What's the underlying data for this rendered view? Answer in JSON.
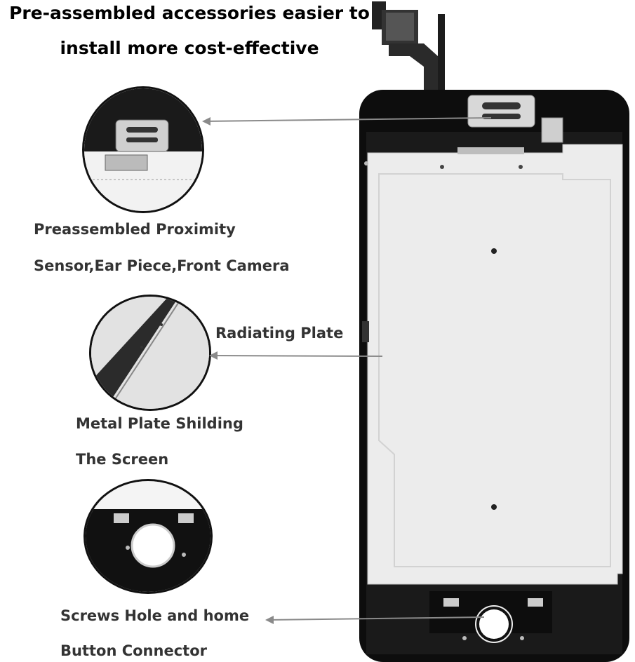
{
  "headline": {
    "line1": "Pre-assembled accessories easier to",
    "line2": "install more cost-effective"
  },
  "callouts": [
    {
      "line1": "Preassembled Proximity",
      "line2": "Sensor,Ear Piece,Front Camera"
    },
    {
      "line1": "Metal Plate Shilding",
      "line2": "The Screen"
    },
    {
      "line1": "Screws Hole and home",
      "line2": "Button Connector"
    }
  ],
  "radiating_label": "Radiating Plate",
  "colors": {
    "frame": "#111111",
    "plate": "#ececec",
    "text": "#333333",
    "arrow": "#888888"
  }
}
